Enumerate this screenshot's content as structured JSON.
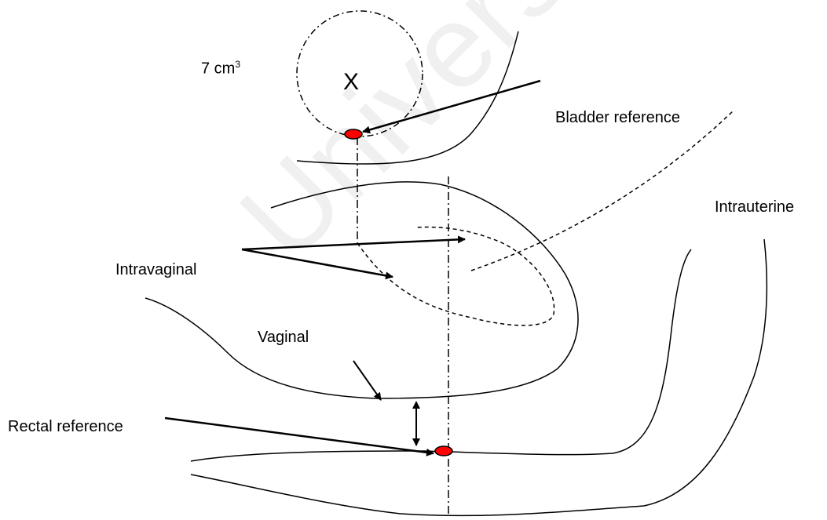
{
  "labels": {
    "volume": "7 cm",
    "volume_exp": "3",
    "point_mark": "X",
    "bladder_reference": "Bladder reference",
    "intrauterine": "Intrauterine",
    "intravaginal": "Intravaginal",
    "vaginal": "Vaginal",
    "rectal_reference": "Rectal reference"
  },
  "watermark": "University of Cape Town",
  "colors": {
    "line": "#000000",
    "marker": "#ff0000",
    "watermark": "#f0f0f0"
  }
}
